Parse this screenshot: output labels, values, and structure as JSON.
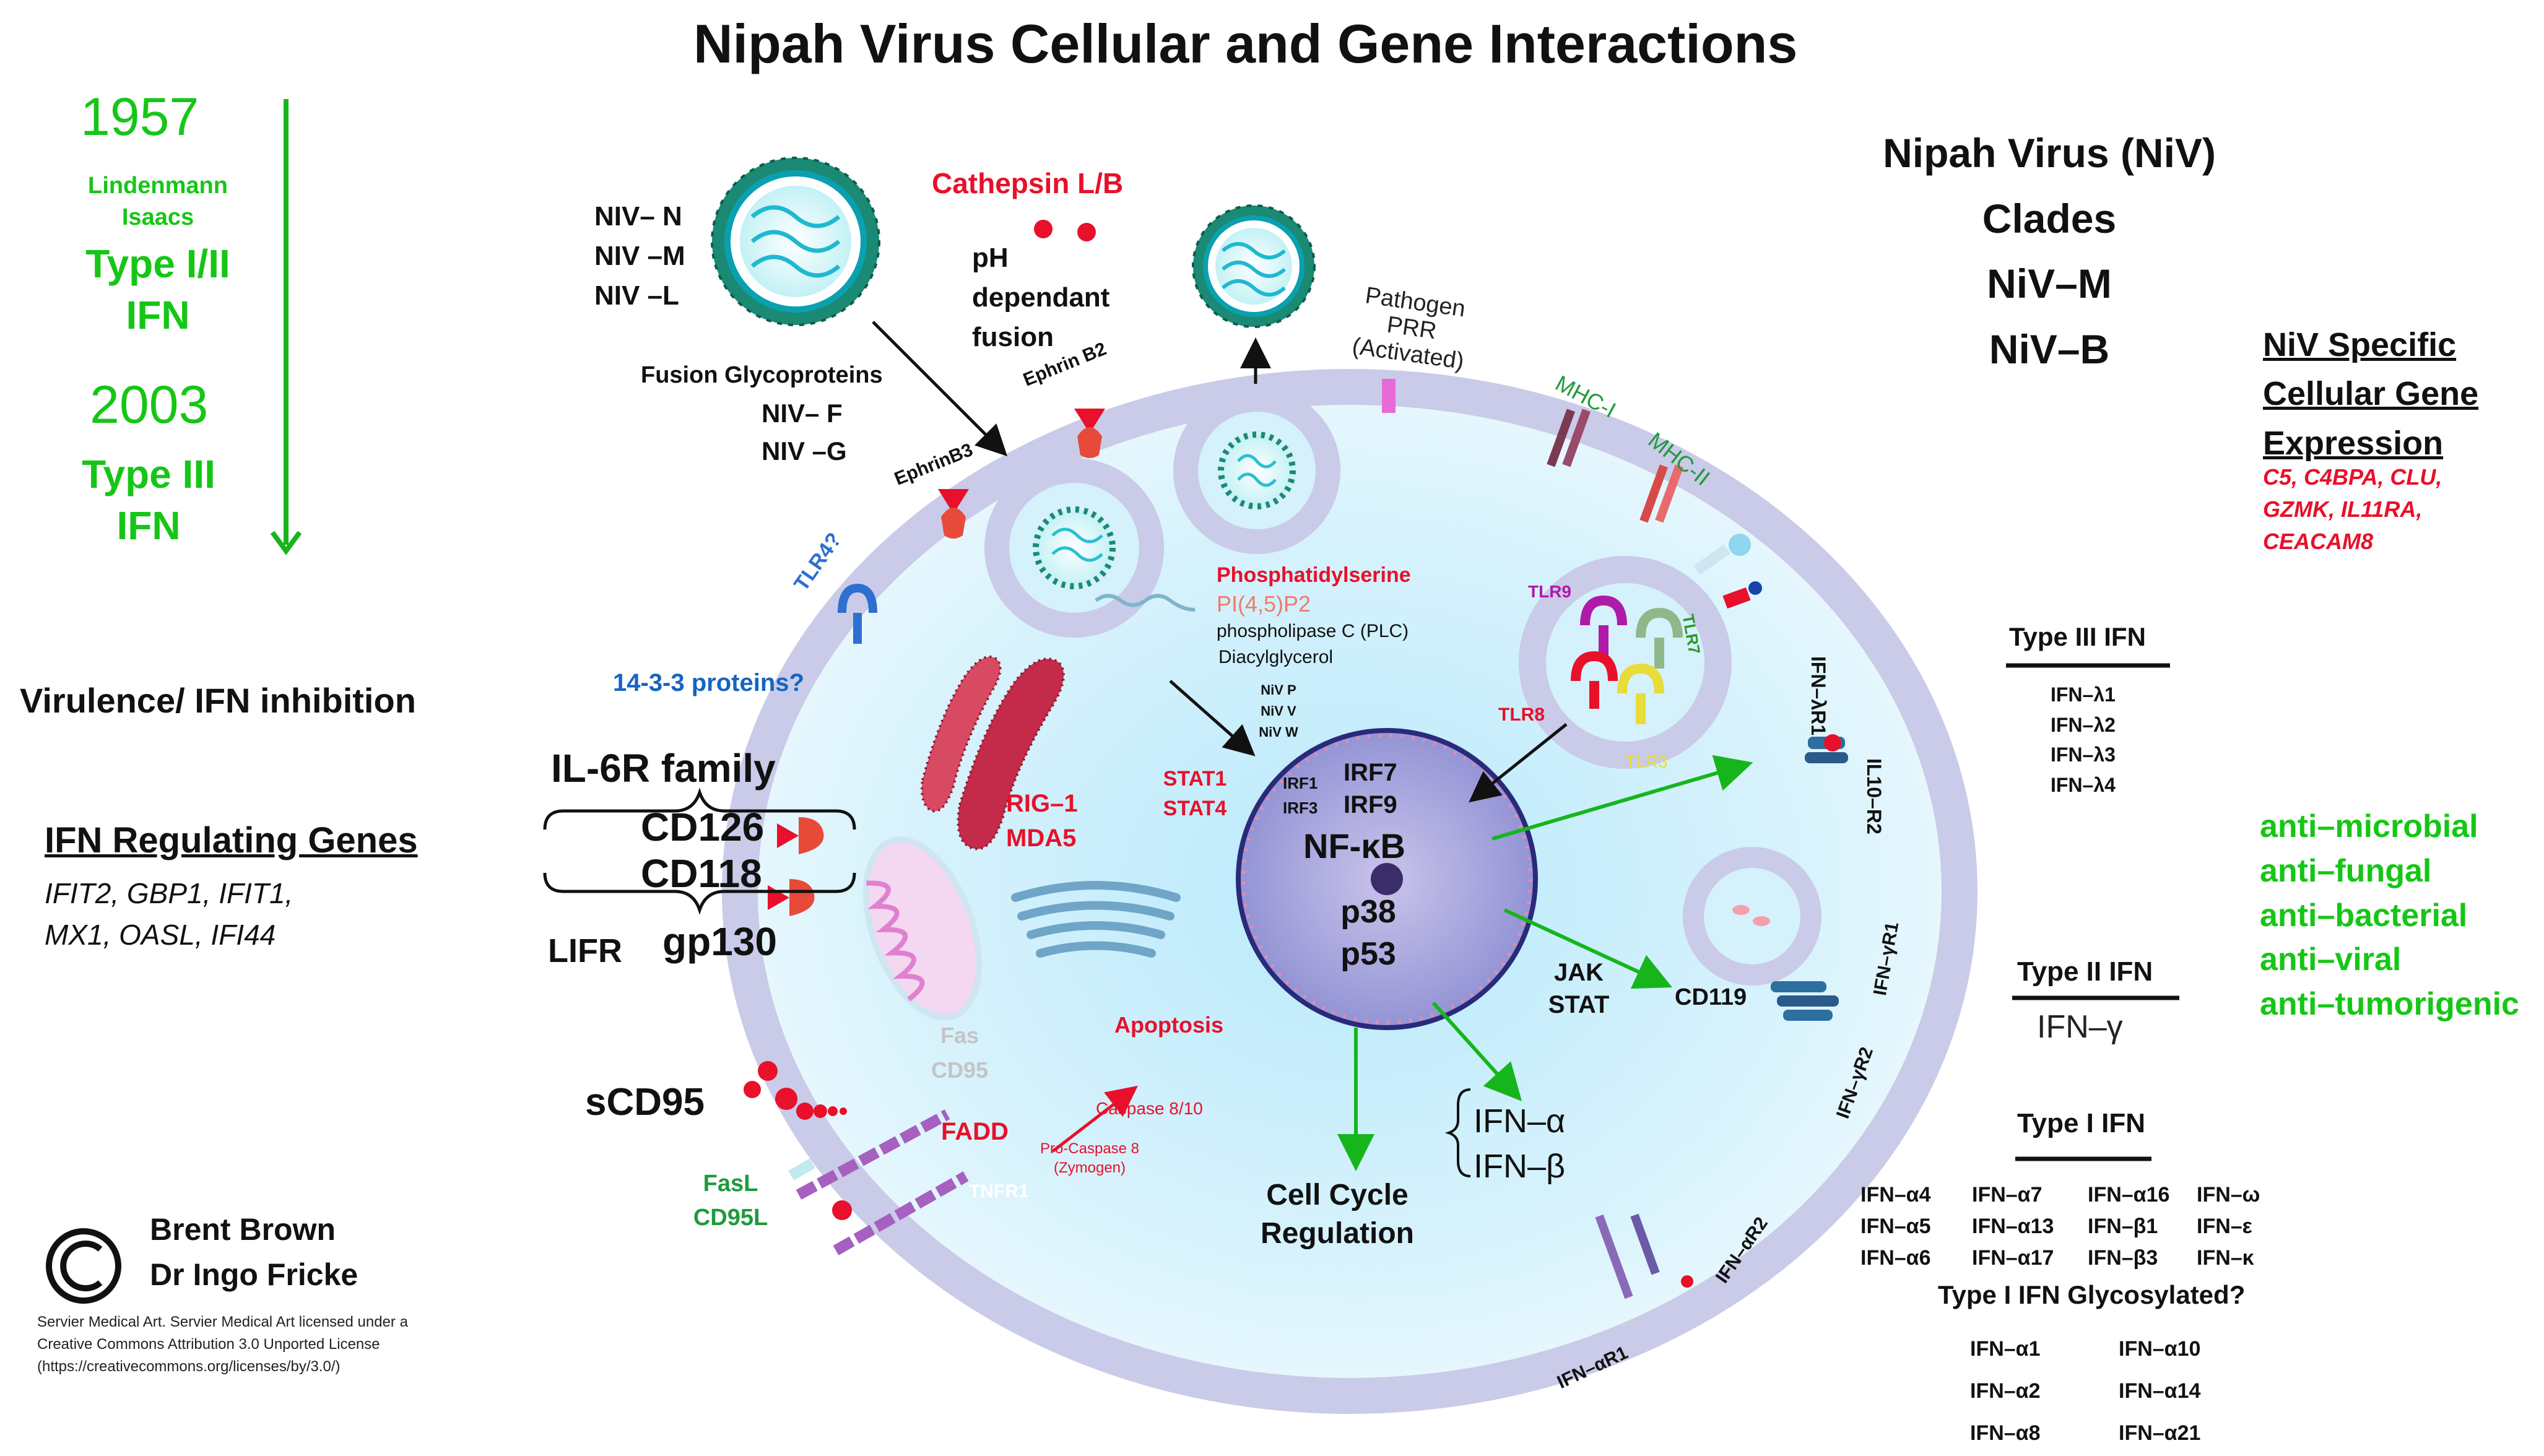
{
  "title": "Nipah Virus Cellular and Gene Interactions",
  "timeline": {
    "year1": "1957",
    "authors_line1": "Lindenmann",
    "authors_line2": "Isaacs",
    "ifn1_line1": "Type I/II",
    "ifn1_line2": "IFN",
    "year2": "2003",
    "ifn3_line1": "Type III",
    "ifn3_line2": "IFN"
  },
  "left": {
    "virulence": "Virulence/ IFN inhibition",
    "reg_genes_title": "IFN Regulating Genes",
    "reg_genes_line1": "IFIT2, GBP1, IFIT1,",
    "reg_genes_line2": "MX1, OASL, IFI44",
    "il6r_family": "IL-6R family",
    "cd126": "CD126",
    "cd118": "CD118",
    "lifr": "LIFR",
    "gp130": "gp130",
    "scd95": "sCD95",
    "fasl": "FasL",
    "cd95l": "CD95L"
  },
  "credits": {
    "author1": "Brent Brown",
    "author2": "Dr Ingo Fricke",
    "license_line1": "Servier Medical Art. Servier Medical Art licensed under a",
    "license_line2": "Creative Commons Attribution 3.0 Unported License",
    "license_line3": "(https://creativecommons.org/licenses/by/3.0/)"
  },
  "virus": {
    "niv_n": "NIV– N",
    "niv_m": "NIV –M",
    "niv_l": "NIV –L",
    "cathepsin": "Cathepsin L/B",
    "ph_line1": "pH",
    "ph_line2": "dependant",
    "ph_line3": "fusion",
    "fusion_title": "Fusion Glycoproteins",
    "niv_f": "NIV– F",
    "niv_g": "NIV –G",
    "ephrin_b2": "Ephrin B2",
    "ephrin_b3": "EphrinB3",
    "pathogen_line1": "Pathogen",
    "pathogen_line2": "PRR",
    "pathogen_line3": "(Activated)"
  },
  "cell": {
    "mhc1": "MHC-I",
    "mhc2": "MHC-II",
    "tlr4": "TLR4?",
    "proteins1433": "14-3-3 proteins?",
    "phosphatidylserine": "Phosphatidylserine",
    "pip2": "PI(4,5)P2",
    "plc": "phospholipase C (PLC)",
    "dag": "Diacylglycerol",
    "niv_p": "NiV P",
    "niv_v": "NiV V",
    "niv_w": "NiV W",
    "tlr9": "TLR9",
    "tlr7": "TLR7",
    "tlr8": "TLR8",
    "tlr3": "TLR3",
    "stat1": "STAT1",
    "stat4": "STAT4",
    "rig1": "RIG–1",
    "mda5": "MDA5",
    "irf1": "IRF1",
    "irf3": "IRF3",
    "irf7": "IRF7",
    "irf9": "IRF9",
    "nfkb": "NF-κB",
    "p38": "p38",
    "p53": "p53",
    "fas": "Fas",
    "cd95": "CD95",
    "apoptosis": "Apoptosis",
    "caspase": "Caspase 8/10",
    "fadd": "FADD",
    "procaspase": "Pro-Caspase 8",
    "zymogen": "(Zymogen)",
    "tnfr1": "TNFR1",
    "jak": "JAK",
    "stat": "STAT",
    "cd119": "CD119",
    "cell_cycle1": "Cell Cycle",
    "cell_cycle2": "Regulation",
    "ifn_alpha": "IFN–α",
    "ifn_beta": "IFN–β",
    "ifn_lr1": "IFN–λR1",
    "il10r2": "IL10–R2",
    "ifn_gr1": "IFN–γR1",
    "ifn_gr2": "IFN–γR2",
    "ifn_ar1": "IFN–αR1",
    "ifn_ar2": "IFN–αR2"
  },
  "right": {
    "clades_line1": "Nipah Virus (NiV)",
    "clades_line2": "Clades",
    "clades_line3": "NiV–M",
    "clades_line4": "NiV–B",
    "niv_specific_line1": "NiV Specific",
    "niv_specific_line2": "Cellular Gene",
    "niv_specific_line3": "Expression",
    "genes_line1": "C5, C4BPA, CLU,",
    "genes_line2": "GZMK, IL11RA,",
    "genes_line3": "CEACAM8",
    "type3_title": "Type III IFN",
    "type3_list": [
      "IFN–λ1",
      "IFN–λ2",
      "IFN–λ3",
      "IFN–λ4"
    ],
    "activities": [
      "anti–microbial",
      "anti–fungal",
      "anti–bacterial",
      "anti–viral",
      "anti–tumorigenic"
    ],
    "type2_title": "Type II IFN",
    "type2_item": "IFN–γ",
    "type1_title": "Type I IFN",
    "type1_col1": [
      "IFN–α4",
      "IFN–α5",
      "IFN–α6"
    ],
    "type1_col2": [
      "IFN–α7",
      "IFN–α13",
      "IFN–α17"
    ],
    "type1_col3": [
      "IFN–α16",
      "IFN–β1",
      "IFN–β3"
    ],
    "type1_col4": [
      "IFN–ω",
      "IFN–ε",
      "IFN–κ"
    ],
    "glyco_title": "Type I IFN Glycosylated?",
    "glyco_col1": [
      "IFN–α1",
      "IFN–α2",
      "IFN–α8"
    ],
    "glyco_col2": [
      "IFN–α10",
      "IFN–α14",
      "IFN–α21"
    ]
  },
  "colors": {
    "title": "#111111",
    "green": "#16c616",
    "dark_green": "#1f9a3c",
    "red": "#e8102a",
    "blue": "#1565c0",
    "membrane": "#c9cbe8",
    "cytoplasm": "#d5f1fb",
    "nucleus": "#7b7fc8"
  }
}
